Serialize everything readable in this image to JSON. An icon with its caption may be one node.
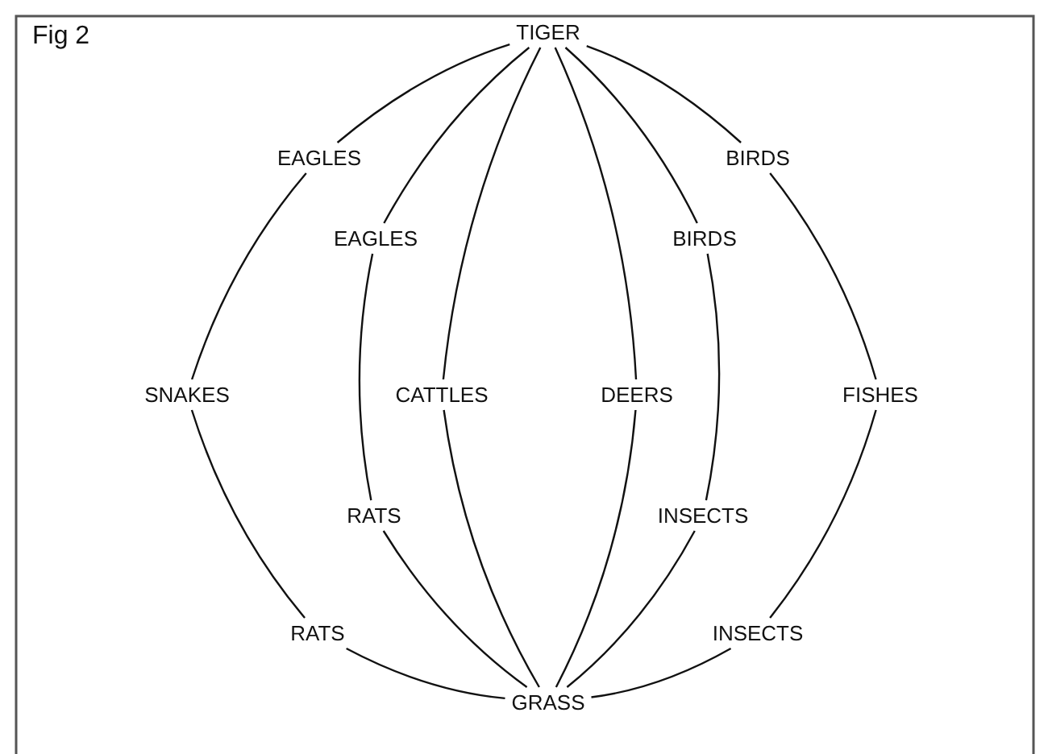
{
  "diagram": {
    "title": "Fig 2",
    "nodes": [
      {
        "text": [
          "TIGER"
        ]
      },
      {
        "text": [
          "EAGLES"
        ]
      },
      {
        "text": [
          "BIRDS"
        ]
      },
      {
        "text": [
          "EAGLES"
        ]
      },
      {
        "text": [
          "BIRDS"
        ]
      },
      {
        "text": [
          "SNAKES"
        ]
      },
      {
        "text": [
          "CATTLES"
        ]
      },
      {
        "text": [
          "DEERS"
        ]
      },
      {
        "text": [
          "FISHES"
        ]
      },
      {
        "text": [
          "RATS"
        ]
      },
      {
        "text": [
          "INSECTS"
        ]
      },
      {
        "text": [
          "RATS"
        ]
      },
      {
        "text": [
          "INSECTS"
        ]
      },
      {
        "text": [
          "GRASS"
        ]
      }
    ],
    "edges": [
      {
        "from": 0,
        "to": 1,
        "arrow": "none"
      },
      {
        "from": 1,
        "to": 5,
        "arrow": "none"
      },
      {
        "from": 5,
        "to": 11,
        "arrow": "none"
      },
      {
        "from": 11,
        "to": 13,
        "arrow": "none"
      },
      {
        "from": 0,
        "to": 3,
        "arrow": "none"
      },
      {
        "from": 3,
        "to": 9,
        "arrow": "none"
      },
      {
        "from": 9,
        "to": 13,
        "arrow": "none"
      },
      {
        "from": 0,
        "to": 6,
        "arrow": "none"
      },
      {
        "from": 6,
        "to": 13,
        "arrow": "none"
      },
      {
        "from": 0,
        "to": 7,
        "arrow": "none"
      },
      {
        "from": 7,
        "to": 13,
        "arrow": "none"
      },
      {
        "from": 0,
        "to": 4,
        "arrow": "none"
      },
      {
        "from": 4,
        "to": 10,
        "arrow": "none"
      },
      {
        "from": 10,
        "to": 13,
        "arrow": "none"
      },
      {
        "from": 0,
        "to": 2,
        "arrow": "none"
      },
      {
        "from": 2,
        "to": 8,
        "arrow": "none"
      },
      {
        "from": 8,
        "to": 12,
        "arrow": "none"
      },
      {
        "from": 12,
        "to": 13,
        "arrow": "none"
      }
    ]
  }
}
